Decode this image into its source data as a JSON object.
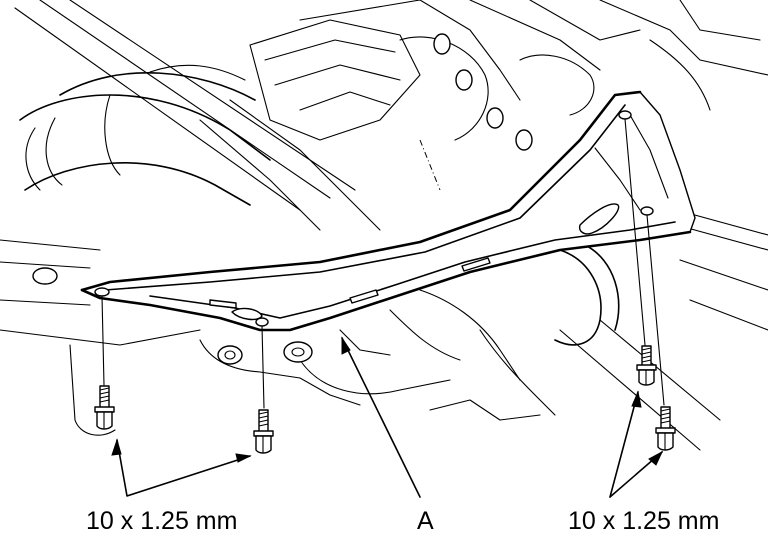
{
  "callouts": {
    "left_bolt_spec": "10 x 1.25 mm",
    "part_label": "A",
    "right_bolt_spec": "10 x 1.25 mm"
  }
}
